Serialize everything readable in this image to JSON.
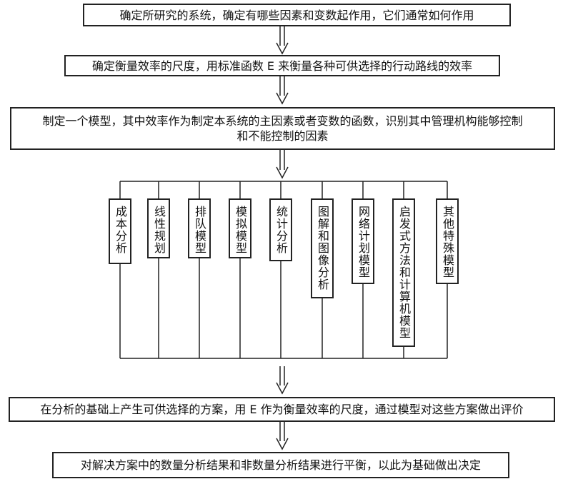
{
  "steps": {
    "step1": "确定所研究的系统，确定有哪些因素和变数起作用，它们通常如何作用",
    "step2": "确定衡量效率的尺度，用标准函数 E 来衡量各种可供选择的行动路线的效率",
    "step3_line1": "制定一个模型，其中效率作为制定本系统的主因素或者变数的函数，识别其中管理机构能够控制",
    "step3_line2": "和不能控制的因素",
    "step4": "在分析的基础上产生可供选择的方案，用 E 作为衡量效率的尺度，通过模型对这些方案做出评价",
    "step5": "对解决方案中的数量分析结果和非数量分析结果进行平衡，以此为基础做出决定"
  },
  "models": [
    "成本分析",
    "线性规划",
    "排队模型",
    "模拟模型",
    "统计分析",
    "图解和图像分析",
    "网络计划模型",
    "启发式方法和计算机模型",
    "其他特殊模型"
  ]
}
